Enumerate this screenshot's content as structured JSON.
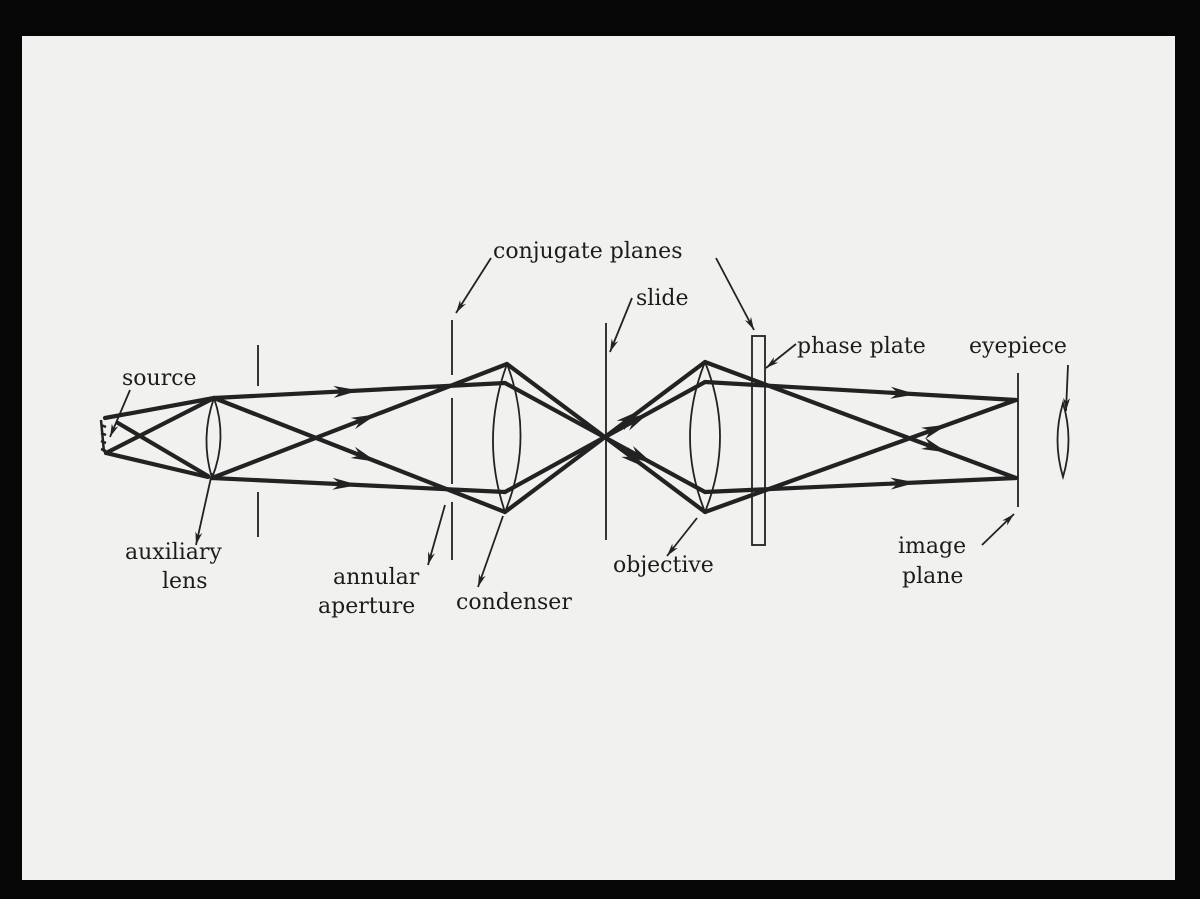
{
  "labels": {
    "source": "source",
    "auxiliary_lens_1": "auxiliary",
    "auxiliary_lens_2": "lens",
    "annular_aperture_1": "annular",
    "annular_aperture_2": "aperture",
    "condenser": "condenser",
    "conjugate_planes": "conjugate planes",
    "slide": "slide",
    "objective": "objective",
    "phase_plate": "phase plate",
    "eyepiece": "eyepiece",
    "image_plane_1": "image",
    "image_plane_2": "plane"
  },
  "colors": {
    "ink": "#222222",
    "paper": "#f1f1ef",
    "border": "#060606"
  }
}
